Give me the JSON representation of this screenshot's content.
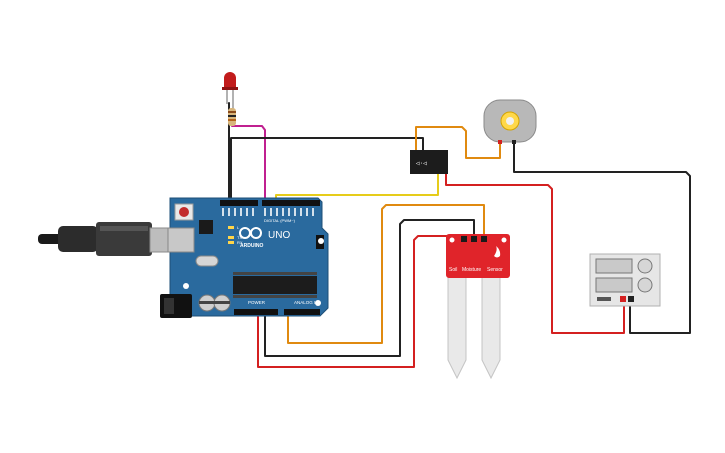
{
  "arduino": {
    "brand": "ARDUINO",
    "model": "UNO",
    "digital_label": "DIGITAL (PWM~)",
    "analog_label": "ANALOG IN",
    "power_label": "POWER",
    "tx_label": "TX",
    "rx_label": "RX",
    "l_label": "L"
  },
  "relay": {
    "label": "◁·◁"
  },
  "soil_sensor": {
    "label_left": "Soil",
    "label_center": "Moisture",
    "label_right": "Sensor"
  },
  "colors": {
    "board": "#2a6a9e",
    "wire_red": "#d42020",
    "wire_black": "#222222",
    "wire_orange": "#e08a10",
    "wire_yellow": "#e6cc1a",
    "wire_magenta": "#c02090",
    "sensor_red": "#e0242a",
    "led_red": "#c21b1b"
  }
}
